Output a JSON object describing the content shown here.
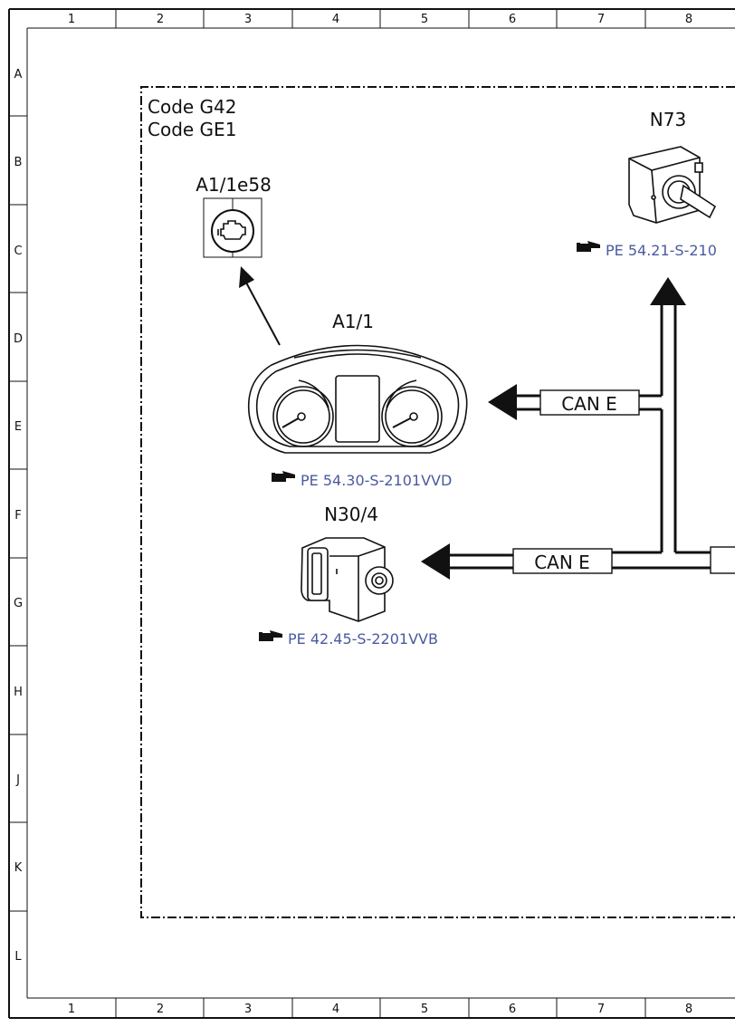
{
  "frame": {
    "columns": [
      "1",
      "2",
      "3",
      "4",
      "5",
      "6",
      "7",
      "8"
    ],
    "rows": [
      "A",
      "B",
      "C",
      "D",
      "E",
      "F",
      "G",
      "H",
      "J",
      "K",
      "L"
    ]
  },
  "codes": [
    "Code G42",
    "Code GE1"
  ],
  "components": {
    "a1_1e58": {
      "label": "A1/1e58",
      "icon": "engine-check-warning-icon"
    },
    "a1_1": {
      "label": "A1/1",
      "icon": "instrument-cluster-icon",
      "ref": "PE 54.30-S-2101VVD"
    },
    "n30_4": {
      "label": "N30/4",
      "icon": "esp-control-unit-icon",
      "ref": "PE 42.45-S-2201VVB"
    },
    "n73": {
      "label": "N73",
      "icon": "ignition-switch-icon",
      "ref": "PE 54.21-S-210"
    }
  },
  "bus": {
    "upper": "CAN E",
    "lower": "CAN E"
  },
  "ref_icon": "pointing-hand-icon",
  "colors": {
    "line": "#111111",
    "reference": "#4a5aa0"
  }
}
